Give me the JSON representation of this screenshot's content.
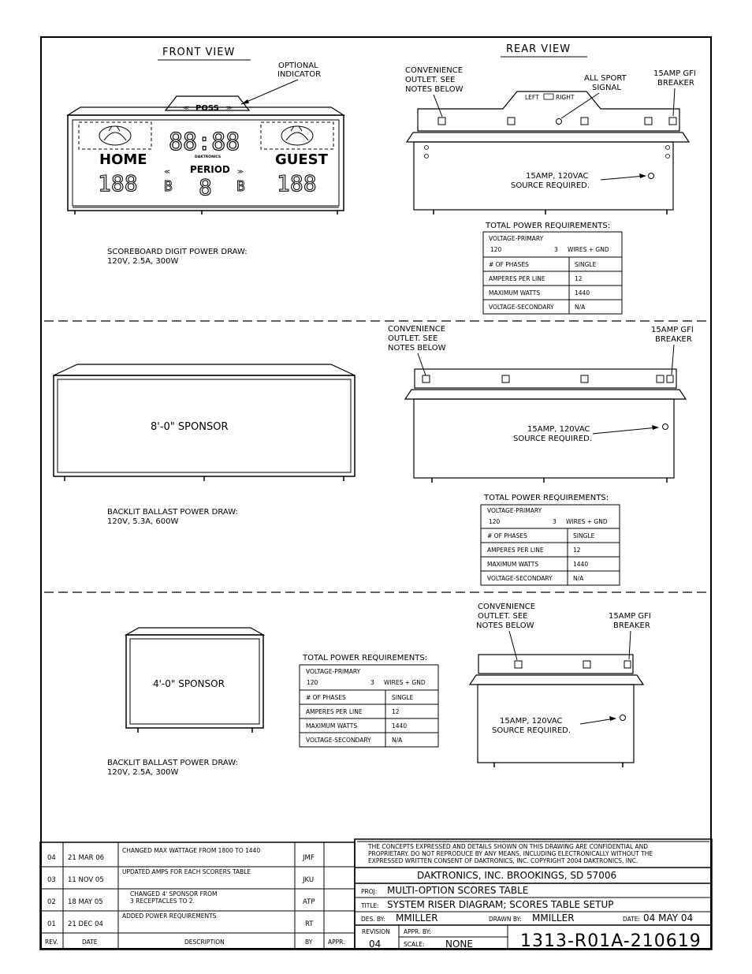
{
  "front_view": {
    "heading": "FRONT VIEW",
    "optional_indicator": [
      "OPTIONAL",
      "INDICATOR"
    ],
    "poss": "POSS",
    "clock": "88:88",
    "brand": "DAKTRONICS",
    "home": "HOME",
    "guest": "GUEST",
    "period": "PERIOD",
    "home_score": "188",
    "guest_score": "188",
    "period_digit": "8",
    "bonus_left": "B",
    "bonus_right": "B",
    "power_note": [
      "SCOREBOARD DIGIT POWER DRAW:",
      "120V, 2.5A, 300W"
    ]
  },
  "rear_view": {
    "heading": "REAR VIEW",
    "convenience": [
      "CONVENIENCE",
      "OUTLET. SEE",
      "NOTES BELOW"
    ],
    "all_sport": [
      "ALL SPORT",
      "SIGNAL"
    ],
    "gfi": [
      "15AMP GFI",
      "BREAKER"
    ],
    "left_right": "LEFT",
    "right": "RIGHT",
    "source": [
      "15AMP, 120VAC",
      "SOURCE REQUIRED."
    ]
  },
  "section2": {
    "sponsor": "8'-0\" SPONSOR",
    "power_note": [
      "BACKLIT BALLAST POWER DRAW:",
      "120V, 5.3A, 600W"
    ],
    "convenience": [
      "CONVENIENCE",
      "OUTLET. SEE",
      "NOTES BELOW"
    ],
    "gfi": [
      "15AMP GFI",
      "BREAKER"
    ],
    "source": [
      "15AMP, 120VAC",
      "SOURCE REQUIRED."
    ]
  },
  "section3": {
    "sponsor": "4'-0\" SPONSOR",
    "power_note": [
      "BACKLIT BALLAST POWER DRAW:",
      "120V, 2.5A, 300W"
    ],
    "convenience": [
      "CONVENIENCE",
      "OUTLET. SEE",
      "NOTES BELOW"
    ],
    "gfi": [
      "15AMP GFI",
      "BREAKER"
    ],
    "source": [
      "15AMP, 120VAC",
      "SOURCE REQUIRED."
    ]
  },
  "power_table": {
    "title": "TOTAL POWER REQUIREMENTS:",
    "voltage_primary": "VOLTAGE-PRIMARY",
    "primary_value": "120",
    "primary_wires": "3",
    "primary_gnd": "WIRES + GND",
    "rows": [
      {
        "label": "# OF PHASES",
        "value": "SINGLE"
      },
      {
        "label": "AMPERES PER LINE",
        "value": "12"
      },
      {
        "label": "MAXIMUM WATTS",
        "value": "1440"
      },
      {
        "label": "VOLTAGE-SECONDARY",
        "value": "N/A"
      }
    ]
  },
  "revisions": {
    "rows": [
      {
        "rev": "04",
        "date": "21 MAR 06",
        "desc": [
          "CHANGED MAX WATTAGE FROM 1800 TO 1440"
        ],
        "by": "JMF",
        "appr": ""
      },
      {
        "rev": "03",
        "date": "11 NOV 05",
        "desc": [
          "UPDATED AMPS FOR EACH SCORERS TABLE"
        ],
        "by": "JKU",
        "appr": ""
      },
      {
        "rev": "02",
        "date": "18 MAY 05",
        "desc": [
          "CHANGED 4' SPONSOR FROM",
          "3 RECEPTACLES TO 2."
        ],
        "by": "ATP",
        "appr": ""
      },
      {
        "rev": "01",
        "date": "21 DEC 04",
        "desc": [
          "ADDED POWER REQUIREMENTS"
        ],
        "by": "RT",
        "appr": ""
      }
    ],
    "headers": {
      "rev": "REV.",
      "date": "DATE",
      "desc": "DESCRIPTION",
      "by": "BY",
      "appr": "APPR."
    }
  },
  "title_block": {
    "notice": [
      "THE CONCEPTS EXPRESSED AND DETAILS SHOWN ON THIS DRAWING ARE CONFIDENTIAL AND",
      "PROPRIETARY. DO NOT REPRODUCE BY ANY MEANS, INCLUDING ELECTRONICALLY WITHOUT THE",
      "EXPRESSED WRITTEN CONSENT OF DAKTRONICS, INC.          COPYRIGHT 2004 DAKTRONICS, INC."
    ],
    "company": "DAKTRONICS, INC.   BROOKINGS, SD 57006",
    "proj_label": "PROJ:",
    "proj": "MULTI-OPTION SCORES TABLE",
    "title_label": "TITLE:",
    "title": "SYSTEM RISER DIAGRAM; SCORES TABLE SETUP",
    "des_label": "DES. BY:",
    "des": "MMILLER",
    "drawn_label": "DRAWN BY:",
    "drawn": "MMILLER",
    "date_label": "DATE:",
    "date": "04 MAY 04",
    "revision_label": "REVISION",
    "revision": "04",
    "appr_label": "APPR. BY:",
    "scale_label": "SCALE:",
    "scale": "NONE",
    "drawing_number": "1313-R01A-210619"
  }
}
